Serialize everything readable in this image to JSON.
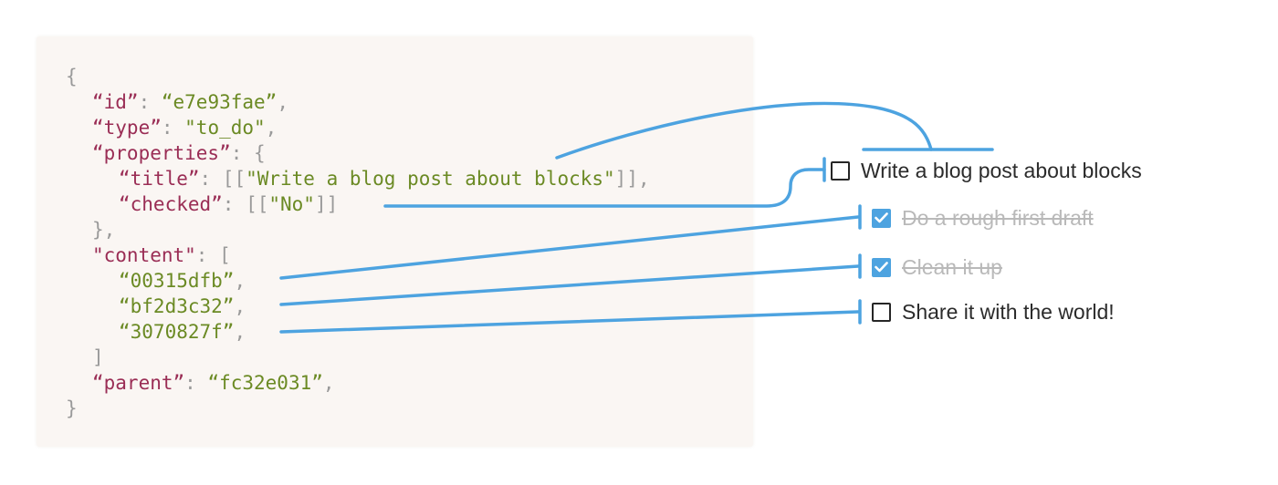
{
  "code": {
    "lines": [
      [
        {
          "t": "p",
          "v": "{"
        }
      ],
      [
        {
          "t": "k",
          "v": "“id”"
        },
        {
          "t": "p",
          "v": ": "
        },
        {
          "t": "s",
          "v": "“e7e93fae”"
        },
        {
          "t": "p",
          "v": ","
        }
      ],
      [
        {
          "t": "k",
          "v": "“type”"
        },
        {
          "t": "p",
          "v": ": "
        },
        {
          "t": "s",
          "v": "\"to_do\""
        },
        {
          "t": "p",
          "v": ","
        }
      ],
      [
        {
          "t": "k",
          "v": "“properties”"
        },
        {
          "t": "p",
          "v": ": {"
        }
      ],
      [
        {
          "t": "k",
          "v": "“title”"
        },
        {
          "t": "p",
          "v": ": [["
        },
        {
          "t": "s",
          "v": "\"Write a blog post about blocks\""
        },
        {
          "t": "p",
          "v": "]],"
        }
      ],
      [
        {
          "t": "k",
          "v": "“checked”"
        },
        {
          "t": "p",
          "v": ": [["
        },
        {
          "t": "s",
          "v": "\"No\""
        },
        {
          "t": "p",
          "v": "]]"
        }
      ],
      [
        {
          "t": "p",
          "v": "},"
        }
      ],
      [
        {
          "t": "k",
          "v": "\"content\""
        },
        {
          "t": "p",
          "v": ": ["
        }
      ],
      [
        {
          "t": "s",
          "v": "“00315dfb”"
        },
        {
          "t": "p",
          "v": ","
        }
      ],
      [
        {
          "t": "s",
          "v": "“bf2d3c32”"
        },
        {
          "t": "p",
          "v": ","
        }
      ],
      [
        {
          "t": "s",
          "v": "“3070827f”"
        },
        {
          "t": "p",
          "v": ","
        }
      ],
      [
        {
          "t": "p",
          "v": "]"
        }
      ],
      [
        {
          "t": "k",
          "v": "“parent”"
        },
        {
          "t": "p",
          "v": ": "
        },
        {
          "t": "s",
          "v": "“fc32e031”"
        },
        {
          "t": "p",
          "v": ","
        }
      ],
      [
        {
          "t": "p",
          "v": "}"
        }
      ]
    ]
  },
  "todo": {
    "items": [
      {
        "label": "Write a blog post about blocks",
        "checked": false
      },
      {
        "label": "Do a rough first draft",
        "checked": true
      },
      {
        "label": "Clean it up",
        "checked": true
      },
      {
        "label": "Share it with the world!",
        "checked": false
      }
    ]
  },
  "colors": {
    "connector": "#4da3e0",
    "key": "#9a2d55",
    "string": "#6b8a24",
    "punct": "#9a9a9a",
    "panel": "#faf6f3"
  }
}
